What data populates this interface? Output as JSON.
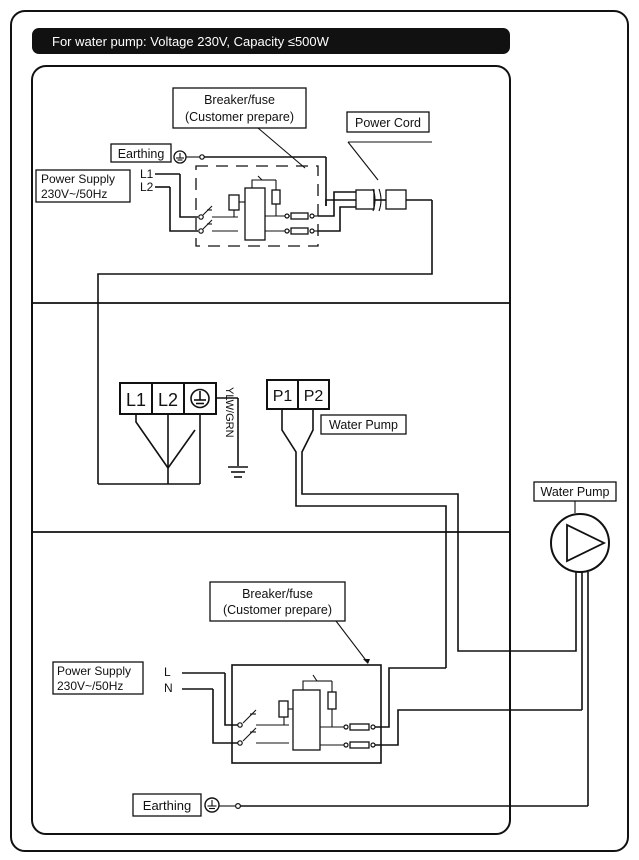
{
  "header": {
    "title": "For water pump: Voltage 230V, Capacity ≤500W"
  },
  "top": {
    "breaker_line1": "Breaker/fuse",
    "breaker_line2": "(Customer prepare)",
    "power_cord": "Power Cord",
    "earthing": "Earthing",
    "supply_line1": "Power Supply",
    "supply_line2": "230V~/50Hz",
    "l1": "L1",
    "l2": "L2"
  },
  "middle": {
    "terminal_l1": "L1",
    "terminal_l2": "L2",
    "ground_wire": "YLW/GRN",
    "terminal_p1": "P1",
    "terminal_p2": "P2",
    "pump_label": "Water Pump"
  },
  "side": {
    "pump_label": "Water Pump"
  },
  "bottom": {
    "breaker_line1": "Breaker/fuse",
    "breaker_line2": "(Customer prepare)",
    "supply_line1": "Power Supply",
    "supply_line2": "230V~/50Hz",
    "l": "L",
    "n": "N",
    "earthing": "Earthing"
  },
  "colors": {
    "header_bg": "#111111",
    "header_text": "#ffffff",
    "line": "#111111"
  },
  "icons": [
    "ground-icon",
    "pump-icon",
    "switch-icon",
    "fuse-icon",
    "cord-break-icon"
  ]
}
